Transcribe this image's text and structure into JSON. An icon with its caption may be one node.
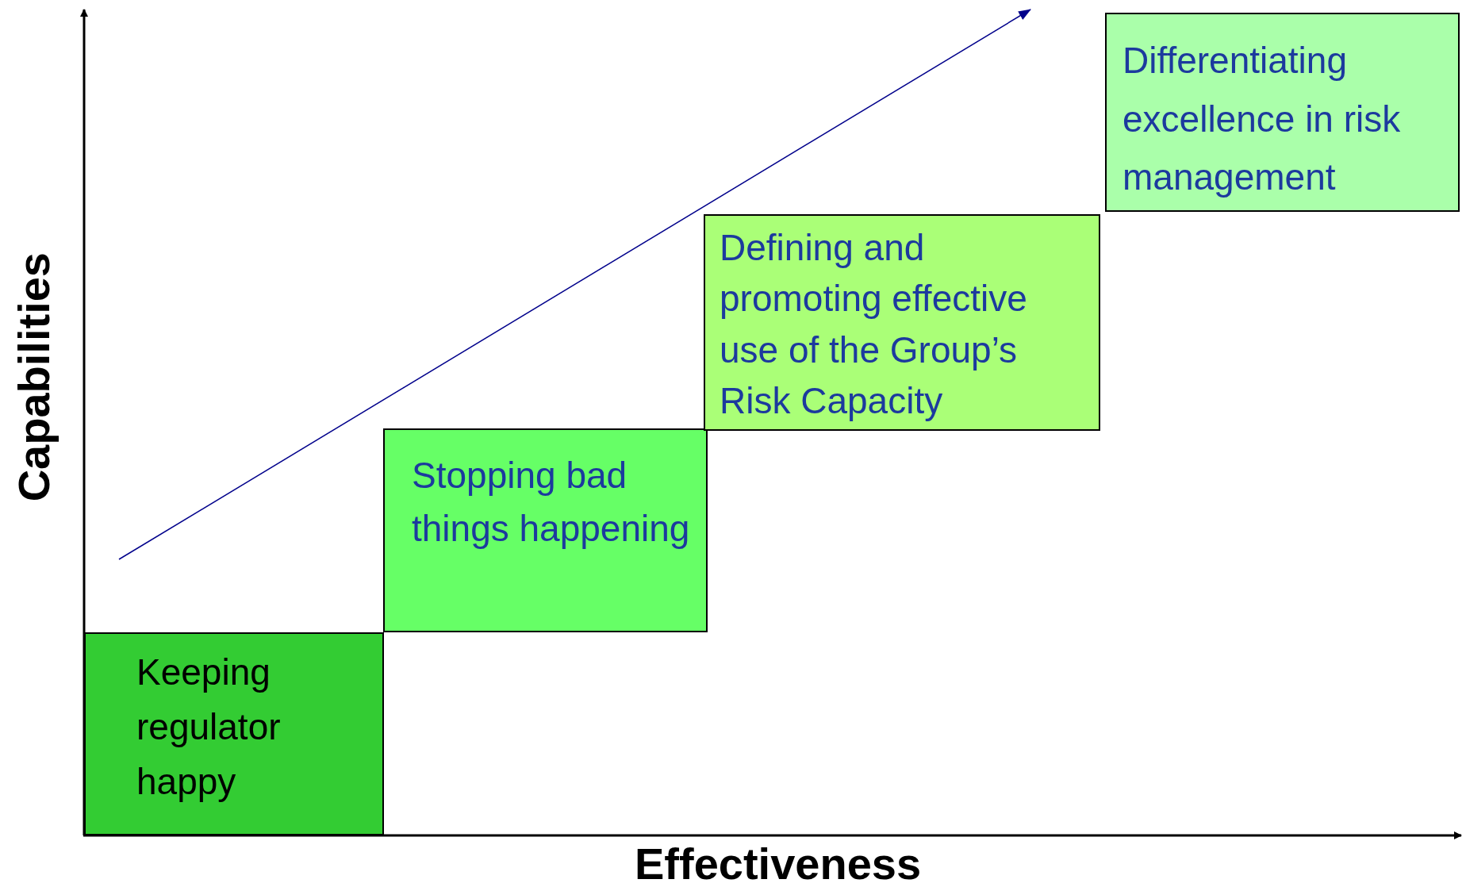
{
  "diagram": {
    "nodes": [
      {
        "text": [
          "Keeping regulator happy"
        ]
      },
      {
        "text": [
          "Stopping bad things happening"
        ]
      },
      {
        "text": [
          "Defining and promoting effective use of the Group’s Risk Capacity"
        ]
      },
      {
        "text": [
          "Differentiating excellence in risk management"
        ]
      }
    ],
    "edges": [],
    "labels": [
      "Capabilities",
      "Effectiveness"
    ]
  }
}
